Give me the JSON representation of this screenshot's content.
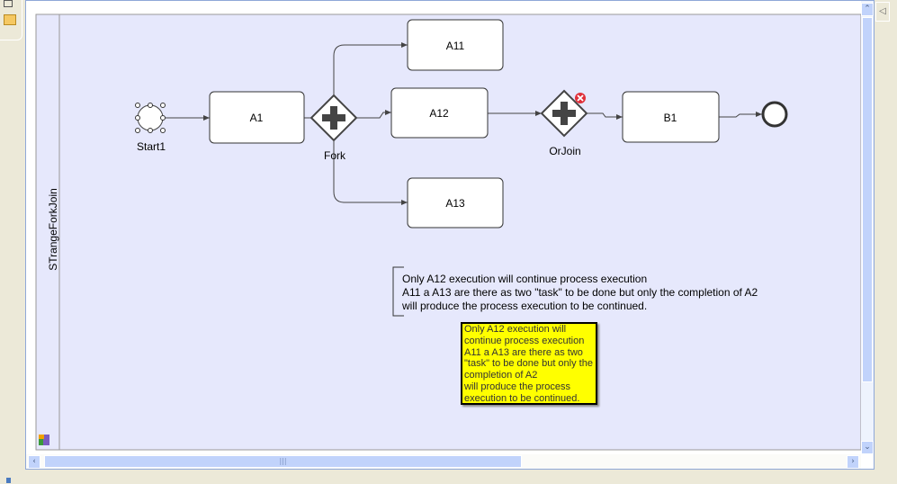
{
  "pool": {
    "lane_label": "STrangeForkJoin"
  },
  "nodes": {
    "start": {
      "label": "Start1"
    },
    "a1": {
      "label": "A1"
    },
    "fork": {
      "label": "Fork"
    },
    "a11": {
      "label": "A11"
    },
    "a12": {
      "label": "A12"
    },
    "a13": {
      "label": "A13"
    },
    "orjoin": {
      "label": "OrJoin"
    },
    "b1": {
      "label": "B1"
    }
  },
  "annotation": {
    "line1": "Only  A12 execution will continue process execution",
    "line2": "A11 a A13 are there as two \"task\" to be done but only the completion of A2",
    "line3": "will produce the process execution to be continued."
  },
  "tooltip": {
    "text": "Only  A12 execution will\ncontinue process execution\nA11 a A13 are there as two\n\"task\" to be done but only the\ncompletion of A2\nwill produce the process\nexecution to be continued."
  },
  "colors": {
    "canvas": "#E6E8FC",
    "tooltip": "#FFFF00",
    "error": "#E0303A"
  }
}
